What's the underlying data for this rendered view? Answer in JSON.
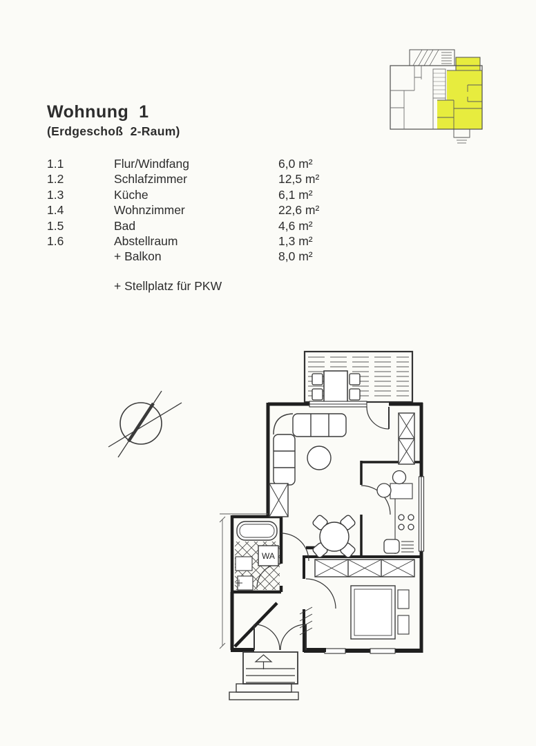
{
  "theme": {
    "paper": "#fbfbf7",
    "ink": "#2d2d2d",
    "line": "#333333",
    "highlight": "#e7ec3e"
  },
  "header": {
    "title": "Wohnung  1",
    "subtitle": "(Erdgeschoß  2-Raum)"
  },
  "rooms": {
    "rows": [
      {
        "num": "1.1",
        "name": "Flur/Windfang",
        "area": "6,0 m²"
      },
      {
        "num": "1.2",
        "name": "Schlafzimmer",
        "area": "12,5 m²"
      },
      {
        "num": "1.3",
        "name": "Küche",
        "area": "6,1 m²"
      },
      {
        "num": "1.4",
        "name": "Wohnzimmer",
        "area": "22,6 m²"
      },
      {
        "num": "1.5",
        "name": "Bad",
        "area": "4,6 m²"
      },
      {
        "num": "1.6",
        "name": "Abstellraum",
        "area": "1,3 m²"
      },
      {
        "num": "",
        "name": "+ Balkon",
        "area": "8,0 m²"
      }
    ],
    "extra_line": "+ Stellplatz für PKW"
  },
  "floor_plan": {
    "washing_machine_label": "WA"
  }
}
